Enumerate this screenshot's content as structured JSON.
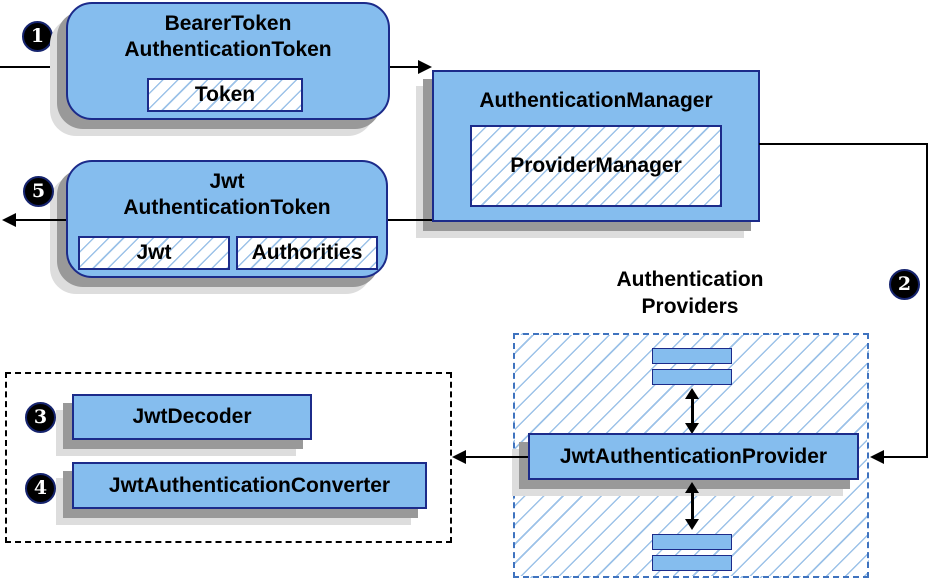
{
  "colors": {
    "box_fill": "#85bdee",
    "box_border": "#1c2b8a",
    "hatch": "#9cc2e8",
    "dashed_border": "#3f73bf",
    "shadow_dark": "#999999",
    "shadow_light": "#dddddd",
    "arrow": "#000000"
  },
  "nodes": {
    "bearer_token": {
      "title_line1": "BearerToken",
      "title_line2": "AuthenticationToken",
      "token_label": "Token"
    },
    "authentication_manager": {
      "title": "AuthenticationManager",
      "provider_manager_label": "ProviderManager"
    },
    "jwt_authentication_token": {
      "title_line1": "Jwt",
      "title_line2": "AuthenticationToken",
      "jwt_label": "Jwt",
      "authorities_label": "Authorities"
    },
    "authentication_providers": {
      "label_line1": "Authentication",
      "label_line2": "Providers",
      "jwt_authentication_provider": "JwtAuthenticationProvider"
    },
    "jwt_support": {
      "jwt_decoder": "JwtDecoder",
      "jwt_authentication_converter": "JwtAuthenticationConverter"
    }
  },
  "steps": {
    "step1": "1",
    "step2": "2",
    "step3": "3",
    "step4": "4",
    "step5": "5"
  }
}
